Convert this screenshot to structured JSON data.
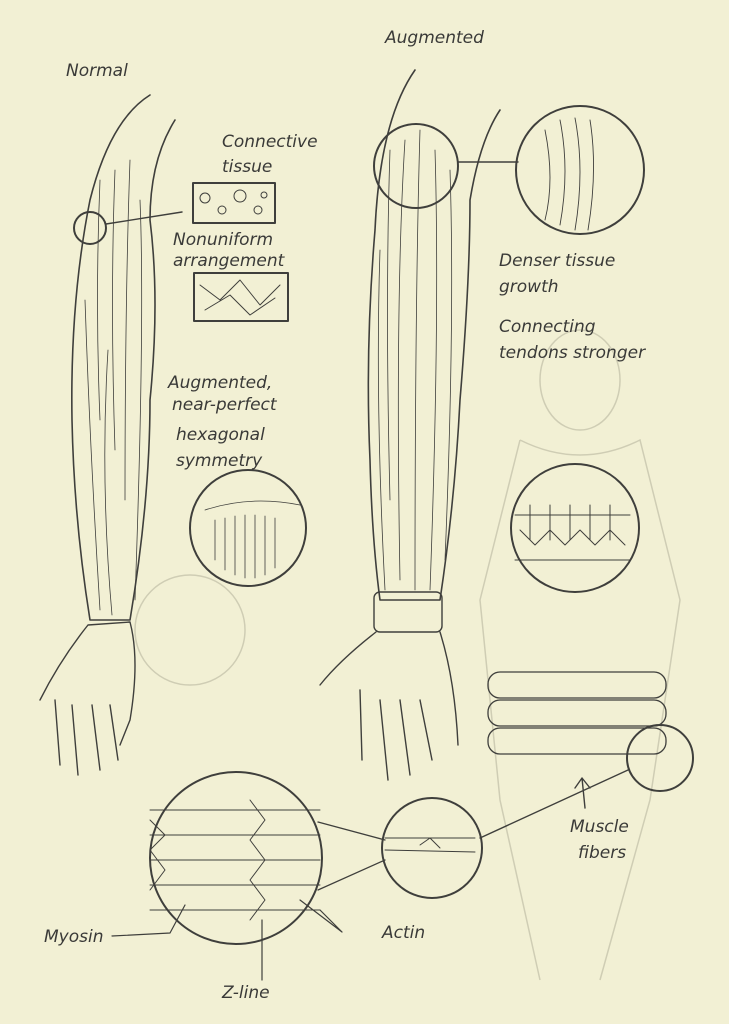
{
  "title_normal": "Normal",
  "title_augmented": "Augmented",
  "labels": {
    "connective_1": "Connective",
    "connective_2": "tissue",
    "nonuniform_1": "Nonuniform",
    "nonuniform_2": "arrangement",
    "hex_1": "Augmented,",
    "hex_2": "near-perfect",
    "hex_3": "hexagonal",
    "hex_4": "symmetry",
    "denser_1": "Denser tissue",
    "denser_2": "growth",
    "tendons_1": "Connecting",
    "tendons_2": "tendons stronger",
    "fibers_1": "Muscle",
    "fibers_2": "fibers",
    "myosin": "Myosin",
    "actin": "Actin",
    "zline": "Z-line"
  },
  "colors": {
    "paper": "#f2f0d4",
    "ink": "#3f3f3c"
  }
}
